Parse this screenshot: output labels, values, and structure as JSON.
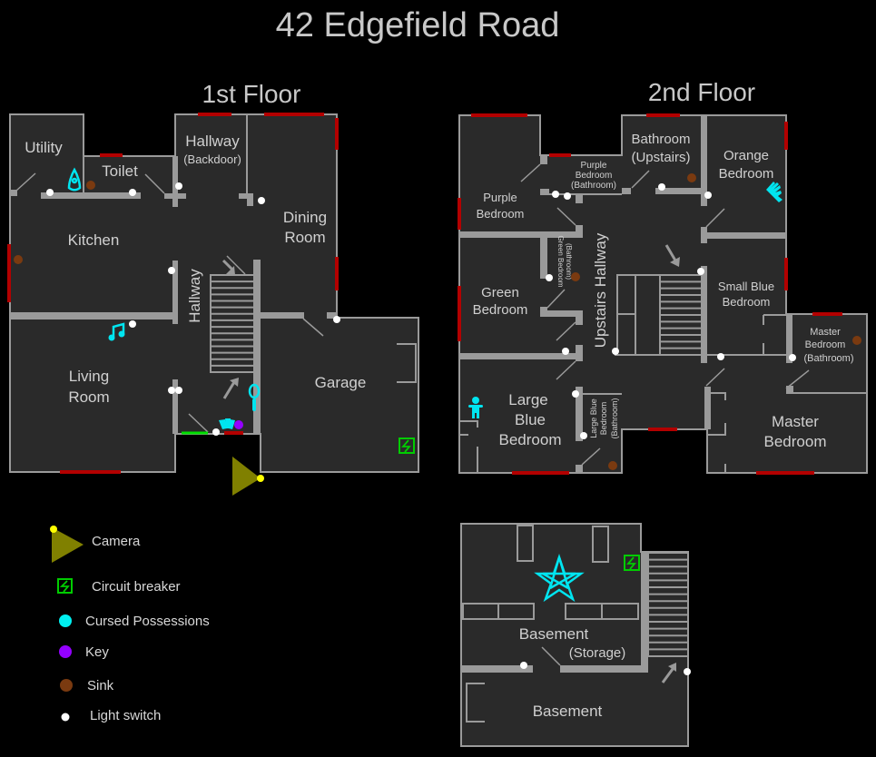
{
  "title": "42 Edgefield Road",
  "floors": {
    "first": {
      "title": "1st Floor",
      "rooms": {
        "utility": "Utility",
        "toilet": "Toilet",
        "hallway_backdoor": "Hallway",
        "hallway_backdoor_sub": "(Backdoor)",
        "dining_1": "Dining",
        "dining_2": "Room",
        "kitchen": "Kitchen",
        "hallway": "Hallway",
        "living_1": "Living",
        "living_2": "Room",
        "garage": "Garage"
      }
    },
    "second": {
      "title": "2nd Floor",
      "rooms": {
        "purple_1": "Purple",
        "purple_2": "Bedroom",
        "purple_bath_1": "Purple",
        "purple_bath_2": "Bedroom",
        "purple_bath_3": "(Bathroom)",
        "bath_up_1": "Bathroom",
        "bath_up_2": "(Upstairs)",
        "orange_1": "Orange",
        "orange_2": "Bedroom",
        "green_1": "Green",
        "green_2": "Bedroom",
        "green_bath_1": "Green Bedroom",
        "green_bath_2": "(Bathroom)",
        "upstairs_hallway": "Upstairs Hallway",
        "small_blue_1": "Small Blue",
        "small_blue_2": "Bedroom",
        "master_bath_1": "Master",
        "master_bath_2": "Bedroom",
        "master_bath_3": "(Bathroom)",
        "large_blue_1": "Large",
        "large_blue_2": "Blue",
        "large_blue_3": "Bedroom",
        "large_blue_bath_1": "Large Blue",
        "large_blue_bath_2": "Bedroom",
        "large_blue_bath_3": "(Bathroom)",
        "master_1": "Master",
        "master_2": "Bedroom"
      }
    },
    "basement": {
      "rooms": {
        "storage_1": "Basement",
        "storage_2": "(Storage)",
        "basement": "Basement"
      }
    }
  },
  "legend": [
    {
      "icon": "camera-icon",
      "label": "Camera",
      "color": "#808000"
    },
    {
      "icon": "circuit-breaker-icon",
      "label": "Circuit breaker",
      "color": "#00c000"
    },
    {
      "icon": "cursed-possessions-icon",
      "label": "Cursed Possessions",
      "color": "#00f0f0"
    },
    {
      "icon": "key-icon",
      "label": "Key",
      "color": "#9400ff"
    },
    {
      "icon": "sink-icon",
      "label": "Sink",
      "color": "#7a3a10"
    },
    {
      "icon": "light-switch-icon",
      "label": "Light switch",
      "color": "#ffffff"
    }
  ]
}
